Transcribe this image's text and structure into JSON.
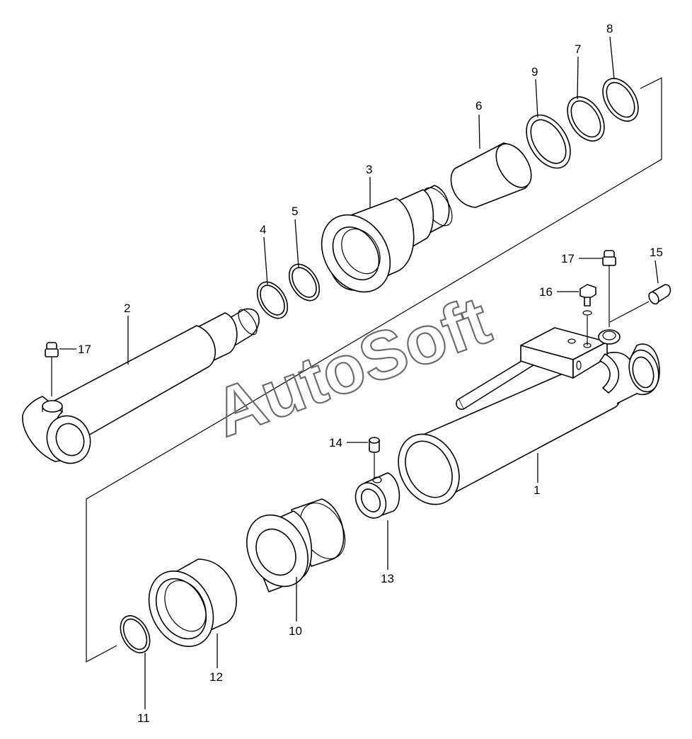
{
  "watermark": "AutoSoft",
  "callouts": {
    "c1": "1",
    "c2": "2",
    "c3": "3",
    "c4": "4",
    "c5": "5",
    "c6": "6",
    "c7": "7",
    "c8": "8",
    "c9": "9",
    "c10": "10",
    "c11": "11",
    "c12": "12",
    "c13": "13",
    "c14": "14",
    "c15": "15",
    "c16": "16",
    "c17a": "17",
    "c17b": "17"
  }
}
